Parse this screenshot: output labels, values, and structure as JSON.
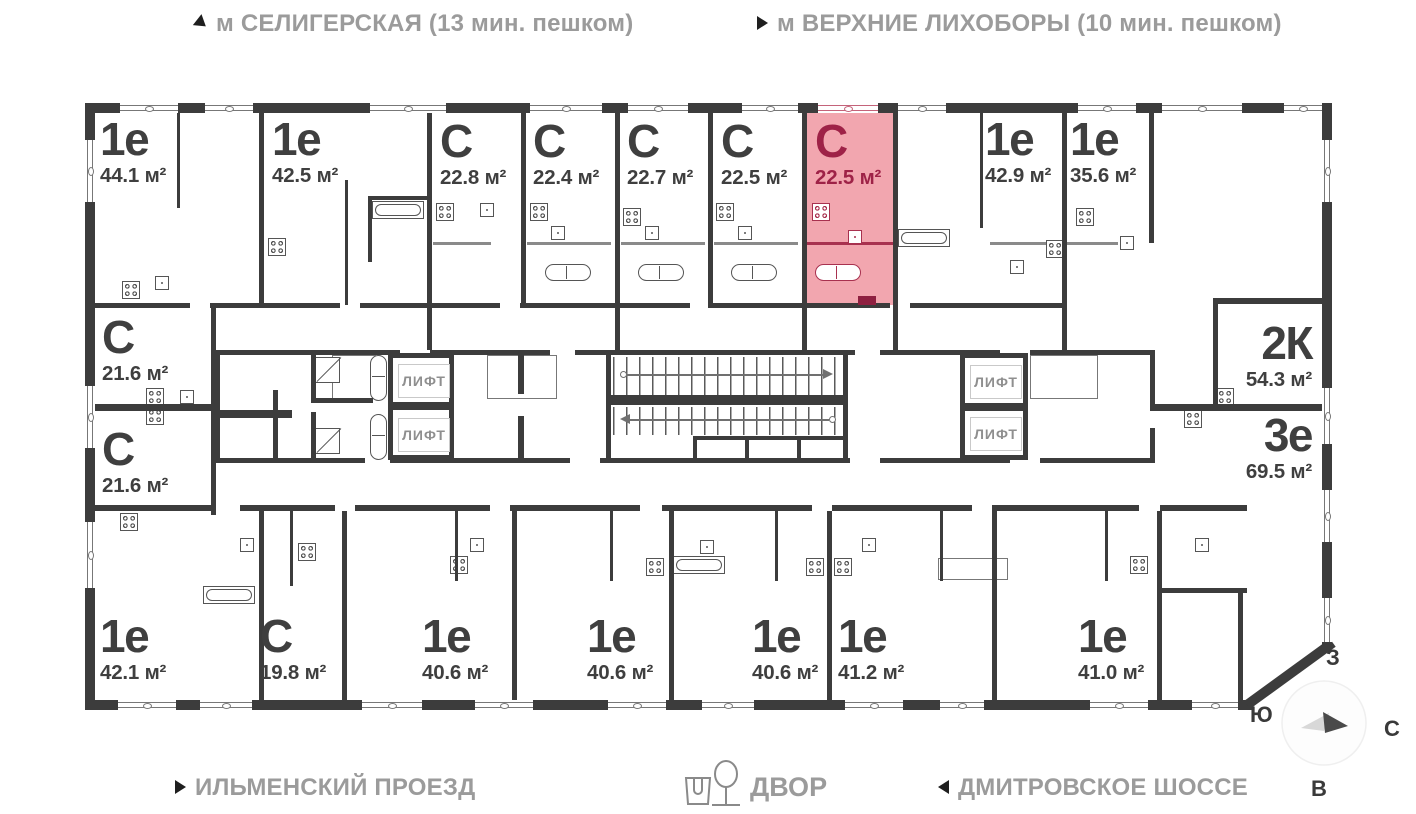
{
  "header": {
    "left_station": "м СЕЛИГЕРСКАЯ (13 мин. пешком)",
    "right_station": "м ВЕРХНИЕ ЛИХОБОРЫ (10 мин. пешком)"
  },
  "footer": {
    "left_street": "ИЛЬМЕНСКИЙ ПРОЕЗД",
    "courtyard": "ДВОР",
    "right_street": "ДМИТРОВСКОЕ ШОССЕ"
  },
  "compass": {
    "west": "З",
    "south": "Ю",
    "north": "С",
    "east": "В"
  },
  "labels": {
    "elevator": "ЛИФТ"
  },
  "units": [
    {
      "type": "1е",
      "area": "44.1 м²",
      "highlighted": false
    },
    {
      "type": "1е",
      "area": "42.5 м²",
      "highlighted": false
    },
    {
      "type": "С",
      "area": "22.8 м²",
      "highlighted": false
    },
    {
      "type": "С",
      "area": "22.4 м²",
      "highlighted": false
    },
    {
      "type": "С",
      "area": "22.7 м²",
      "highlighted": false
    },
    {
      "type": "С",
      "area": "22.5 м²",
      "highlighted": false
    },
    {
      "type": "С",
      "area": "22.5 м²",
      "highlighted": true
    },
    {
      "type": "1е",
      "area": "42.9 м²",
      "highlighted": false
    },
    {
      "type": "1е",
      "area": "35.6 м²",
      "highlighted": false
    },
    {
      "type": "2К",
      "area": "54.3 м²",
      "highlighted": false
    },
    {
      "type": "3е",
      "area": "69.5 м²",
      "highlighted": false
    },
    {
      "type": "С",
      "area": "21.6 м²",
      "highlighted": false
    },
    {
      "type": "С",
      "area": "21.6 м²",
      "highlighted": false
    },
    {
      "type": "1е",
      "area": "42.1 м²",
      "highlighted": false
    },
    {
      "type": "С",
      "area": "19.8 м²",
      "highlighted": false
    },
    {
      "type": "1е",
      "area": "40.6 м²",
      "highlighted": false
    },
    {
      "type": "1е",
      "area": "40.6 м²",
      "highlighted": false
    },
    {
      "type": "1е",
      "area": "40.6 м²",
      "highlighted": false
    },
    {
      "type": "1е",
      "area": "41.2 м²",
      "highlighted": false
    },
    {
      "type": "1е",
      "area": "41.0 м²",
      "highlighted": false
    }
  ],
  "colors": {
    "wall": "#3C3C3C",
    "highlight_fill": "#F2A6AF",
    "highlight_accent": "#9E2247",
    "label_text": "#3F3F3F",
    "muted_text": "#9B9B9B"
  }
}
